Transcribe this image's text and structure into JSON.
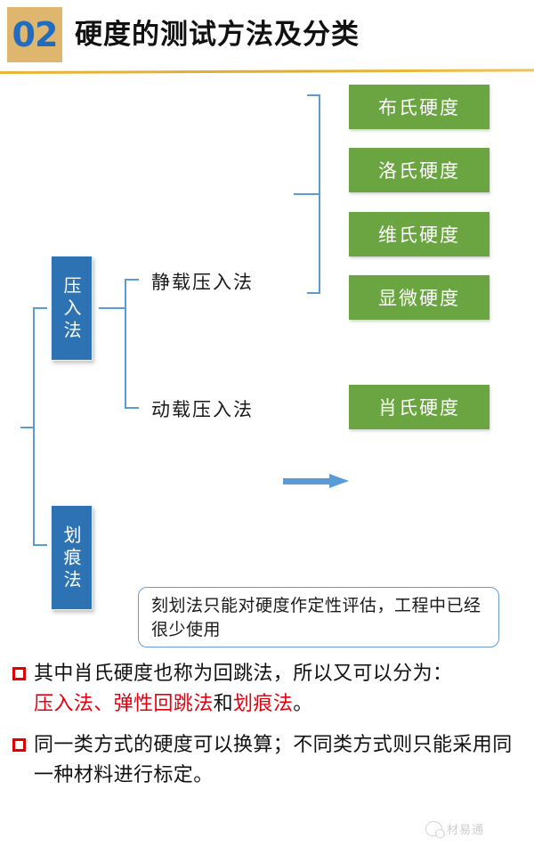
{
  "header": {
    "badge_number": "02",
    "title": "硬度的测试方法及分类"
  },
  "diagram": {
    "categories": [
      {
        "label": "压入法",
        "name": "indentation-method"
      },
      {
        "label": "划痕法",
        "name": "scratch-method"
      }
    ],
    "mid_labels": [
      {
        "label": "静载压入法",
        "name": "static-load-indentation"
      },
      {
        "label": "动载压入法",
        "name": "dynamic-load-indentation"
      }
    ],
    "static_results": [
      "布氏硬度",
      "洛氏硬度",
      "维氏硬度",
      "显微硬度"
    ],
    "dynamic_result": "肖氏硬度",
    "note": "刻划法只能对硬度作定性评估，工程中已经很少使用",
    "colors": {
      "result_green": "#6ba542",
      "category_blue": "#2d73b3",
      "connector_blue": "#5b9bd5",
      "badge_gold": "#dfb66d",
      "rule_gold": "#e4ad2a"
    }
  },
  "bullets": [
    {
      "segments": [
        {
          "text": "其中肖氏硬度也称为回跳法，所以又可以分为：",
          "color": "black"
        },
        {
          "text": "压入法、弹性回跳法",
          "color": "red"
        },
        {
          "text": "和",
          "color": "black"
        },
        {
          "text": "划痕法",
          "color": "red"
        },
        {
          "text": "。",
          "color": "black"
        }
      ]
    },
    {
      "segments": [
        {
          "text": "同一类方式的硬度可以换算；不同类方式则只能采用同一种材料进行标定。",
          "color": "black"
        }
      ]
    }
  ],
  "watermark": {
    "icon": "wechat-icon",
    "text": "材易通"
  }
}
